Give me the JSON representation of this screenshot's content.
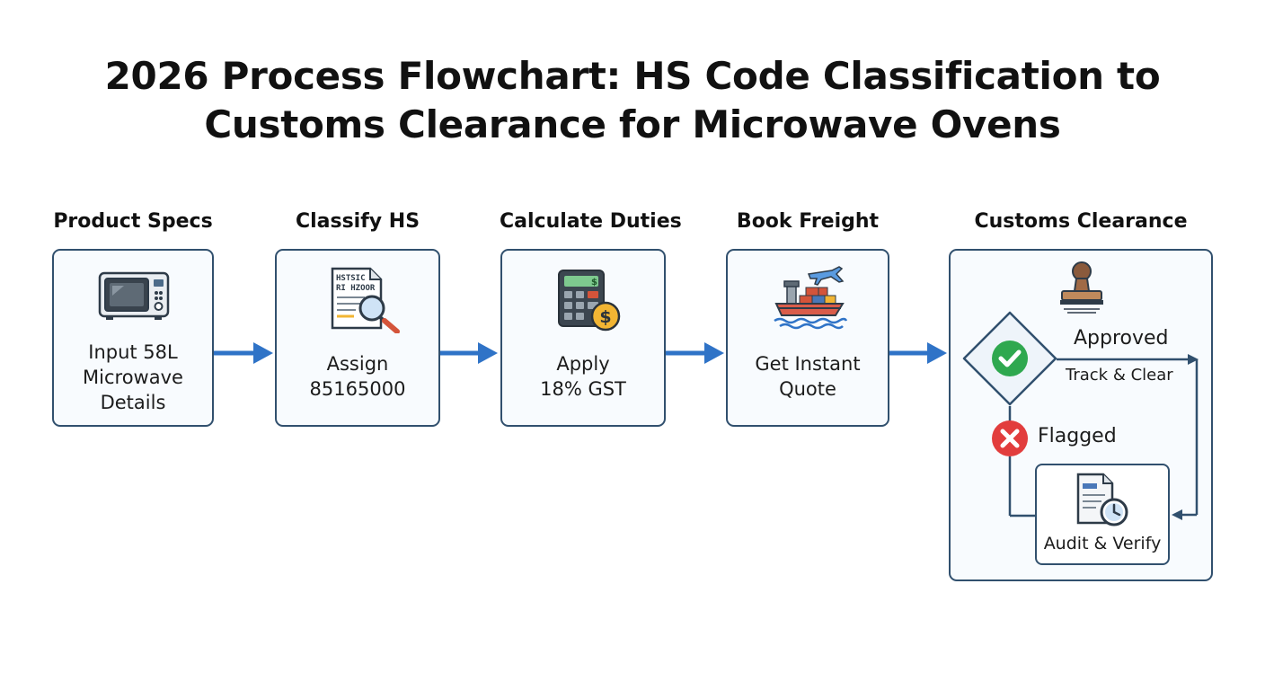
{
  "title": {
    "line1": "2026 Process Flowchart: HS Code Classification to",
    "line2": "Customs Clearance for Microwave Ovens"
  },
  "steps": [
    {
      "label": "Product Specs",
      "icon": "microwave-icon",
      "text": [
        "Input 58L",
        "Microwave",
        "Details"
      ]
    },
    {
      "label": "Classify HS",
      "icon": "document-magnifier-icon",
      "text": [
        "Assign",
        "85165000"
      ],
      "icon_text": [
        "HSTSIC",
        "RI HZOOR"
      ]
    },
    {
      "label": "Calculate Duties",
      "icon": "calculator-dollar-icon",
      "text": [
        "Apply",
        "18% GST"
      ],
      "icon_text": "$"
    },
    {
      "label": "Book Freight",
      "icon": "ship-plane-icon",
      "text": [
        "Get Instant",
        "Quote"
      ]
    }
  ],
  "customs": {
    "label": "Customs Clearance",
    "stamp_icon": "rubber-stamp-icon",
    "decision_icon": "check-circle-icon",
    "approved_label": "Approved",
    "approved_action": "Track & Clear",
    "flagged_icon": "x-circle-icon",
    "flagged_label": "Flagged",
    "audit_icon": "document-clock-icon",
    "audit_label": "Audit & Verify"
  },
  "colors": {
    "arrow": "#2f73c7",
    "border": "#31506e",
    "approved": "#2fa84f",
    "flagged": "#e23d3d",
    "gold": "#f2b533"
  }
}
